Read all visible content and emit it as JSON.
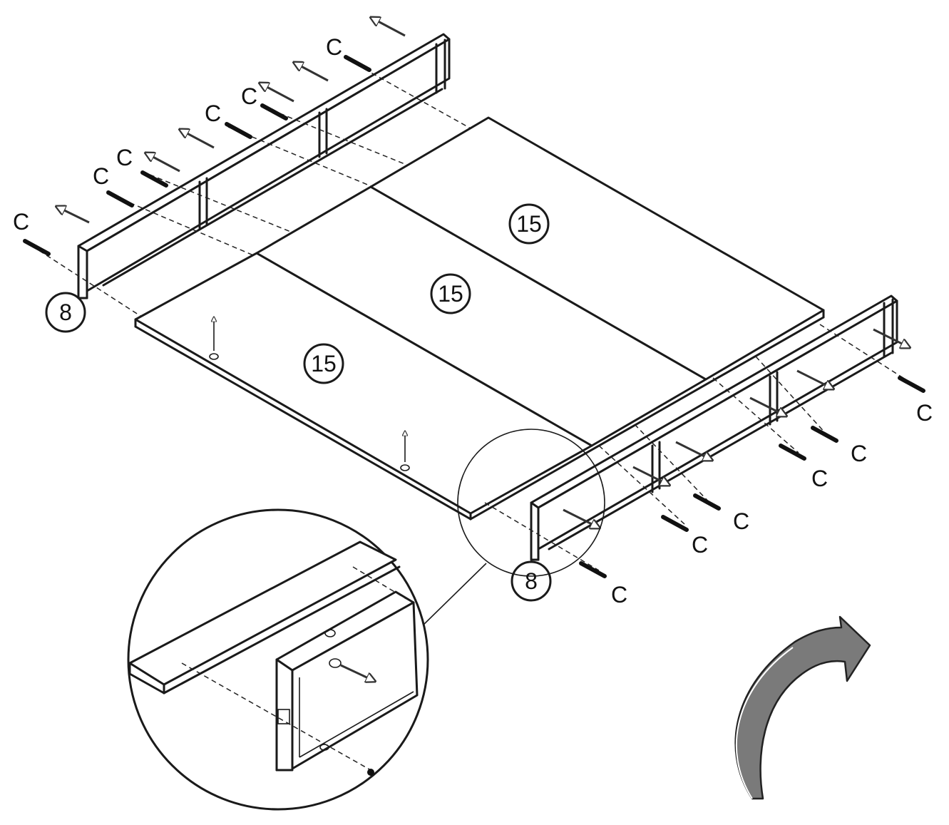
{
  "screw_label": "C",
  "frame_label": "8",
  "panel_label": "15",
  "colors": {
    "line": "#1a1a1a",
    "rotate_arrow": "#7a7a7a",
    "background": "#ffffff"
  },
  "icons": {
    "rotate": "curved-rotate-arrow-icon"
  }
}
